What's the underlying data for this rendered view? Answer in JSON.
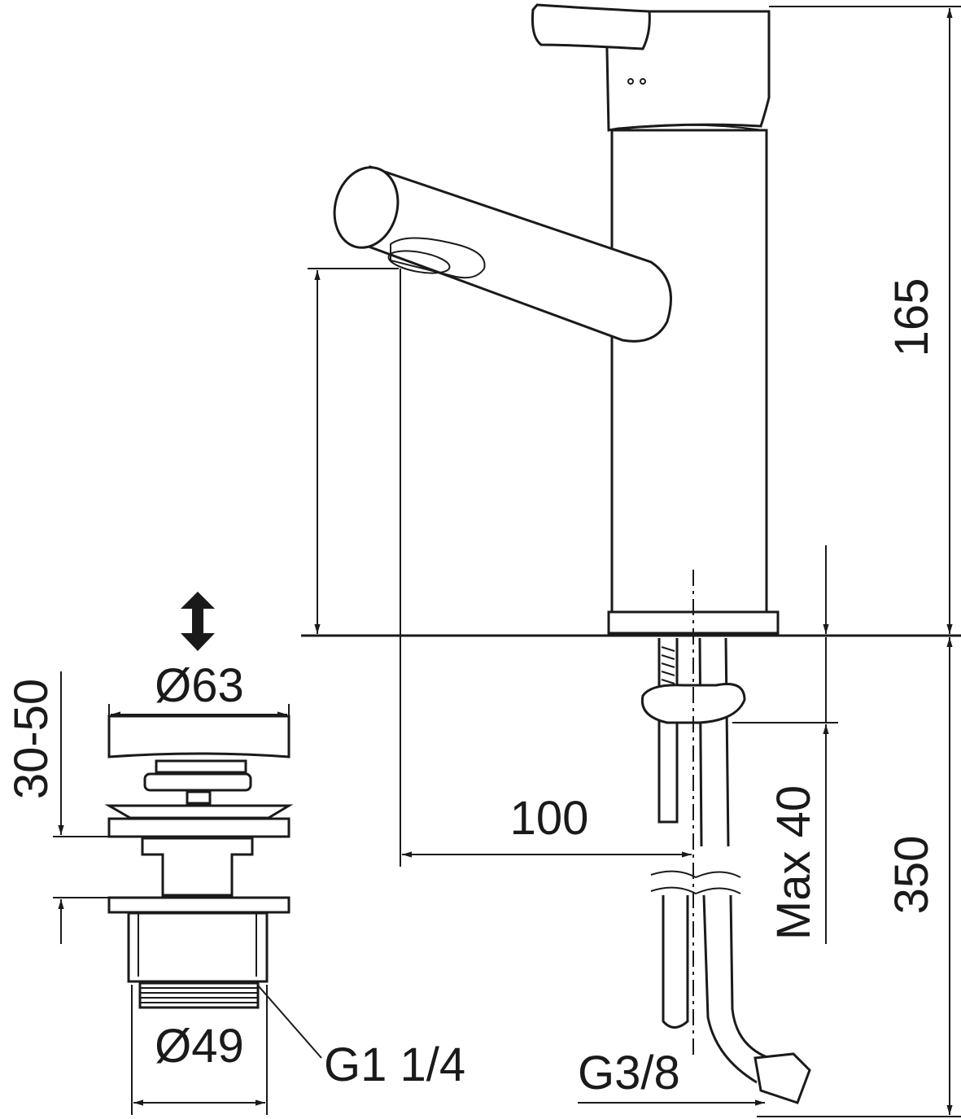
{
  "drawing": {
    "faucet": {
      "height_label": "165",
      "hose_length_label": "350",
      "reach_label": "100",
      "max_thickness_label": "Max 40",
      "hose_thread_label": "G3/8"
    },
    "drain": {
      "cap_diameter_label": "Ø63",
      "adjust_range_label": "30-50",
      "body_diameter_label": "Ø49",
      "thread_label": "G1 1/4"
    },
    "colors": {
      "line": "#1a1a1a",
      "background": "#ffffff"
    }
  }
}
